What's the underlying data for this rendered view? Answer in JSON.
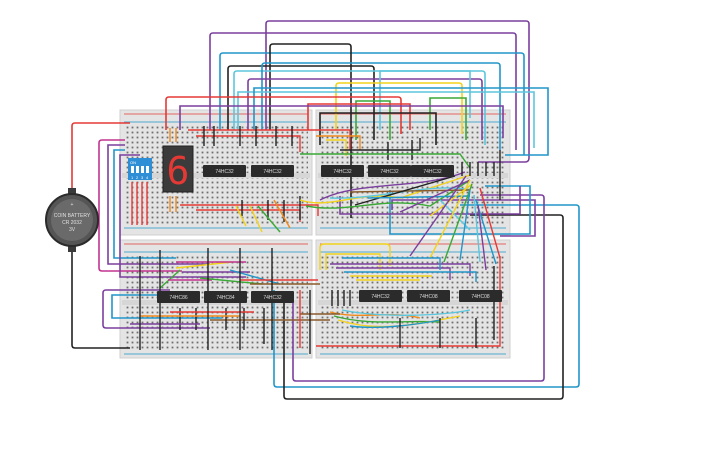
{
  "chips": {
    "top_left_1": "74HC32",
    "top_left_2": "74HC32",
    "top_right_1": "74HC32",
    "top_right_2": "74HC32",
    "top_right_3": "74HC32",
    "bottom_left_1": "74HC86",
    "bottom_left_2": "74HC84",
    "bottom_left_3": "74HC32",
    "bottom_right_1": "74HC32",
    "bottom_right_2": "74HC08",
    "bottom_right_3": "74HC08"
  },
  "battery": {
    "line1": "COIN BATTERY",
    "line2": "CR 2032",
    "line3": "3V"
  },
  "dip_switch": {
    "on_label": "ON",
    "numbers": [
      "1",
      "2",
      "3",
      "4"
    ]
  },
  "seven_segment": {
    "digit": "6",
    "color": "#e53935"
  },
  "colors": {
    "red": "#e53935",
    "blue": "#2196c9",
    "purple": "#7b3f9e",
    "black": "#222222",
    "green": "#3aa935",
    "yellow": "#f2d21b",
    "orange": "#f08a1c",
    "magenta": "#c2338f",
    "brown": "#8a5a2b",
    "cyan": "#5bc6dd"
  }
}
